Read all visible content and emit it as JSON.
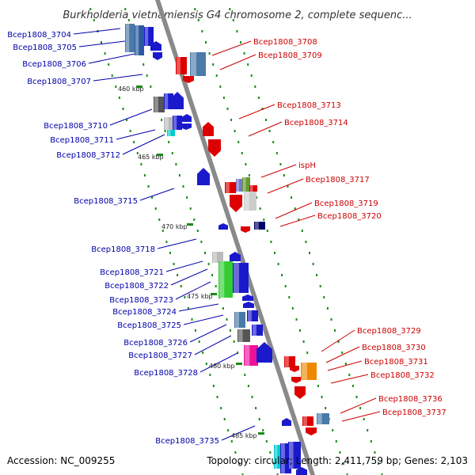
{
  "title": "Burkholderia vietnamiensis G4 chromosome 2, complete sequenc...",
  "footer": {
    "accession": "Accession: NC_009255",
    "summary": "Topology: circular; Length: 2,411,759 bp; Genes: 2,103"
  },
  "colors": {
    "left_label": "#0000aa",
    "right_label": "#cc0000",
    "backbone": "#8a8a8a",
    "tick": "#1a8a1a"
  },
  "ticks": [
    "460 kbp",
    "465 kbp",
    "470 kbp",
    "475 kbp",
    "480 kbp",
    "485 kbp"
  ],
  "left_labels": [
    "Bcep1808_3704",
    "Bcep1808_3705",
    "Bcep1808_3706",
    "Bcep1808_3707",
    "Bcep1808_3710",
    "Bcep1808_3711",
    "Bcep1808_3712",
    "Bcep1808_3715",
    "Bcep1808_3718",
    "Bcep1808_3721",
    "Bcep1808_3722",
    "Bcep1808_3723",
    "Bcep1808_3724",
    "Bcep1808_3725",
    "Bcep1808_3726",
    "Bcep1808_3727",
    "Bcep1808_3728",
    "Bcep1808_3735"
  ],
  "right_labels": [
    "Bcep1808_3708",
    "Bcep1808_3709",
    "Bcep1808_3713",
    "Bcep1808_3714",
    "ispH",
    "Bcep1808_3717",
    "Bcep1808_3719",
    "Bcep1808_3720",
    "Bcep1808_3729",
    "Bcep1808_3730",
    "Bcep1808_3731",
    "Bcep1808_3732",
    "Bcep1808_3736",
    "Bcep1808_3737"
  ]
}
